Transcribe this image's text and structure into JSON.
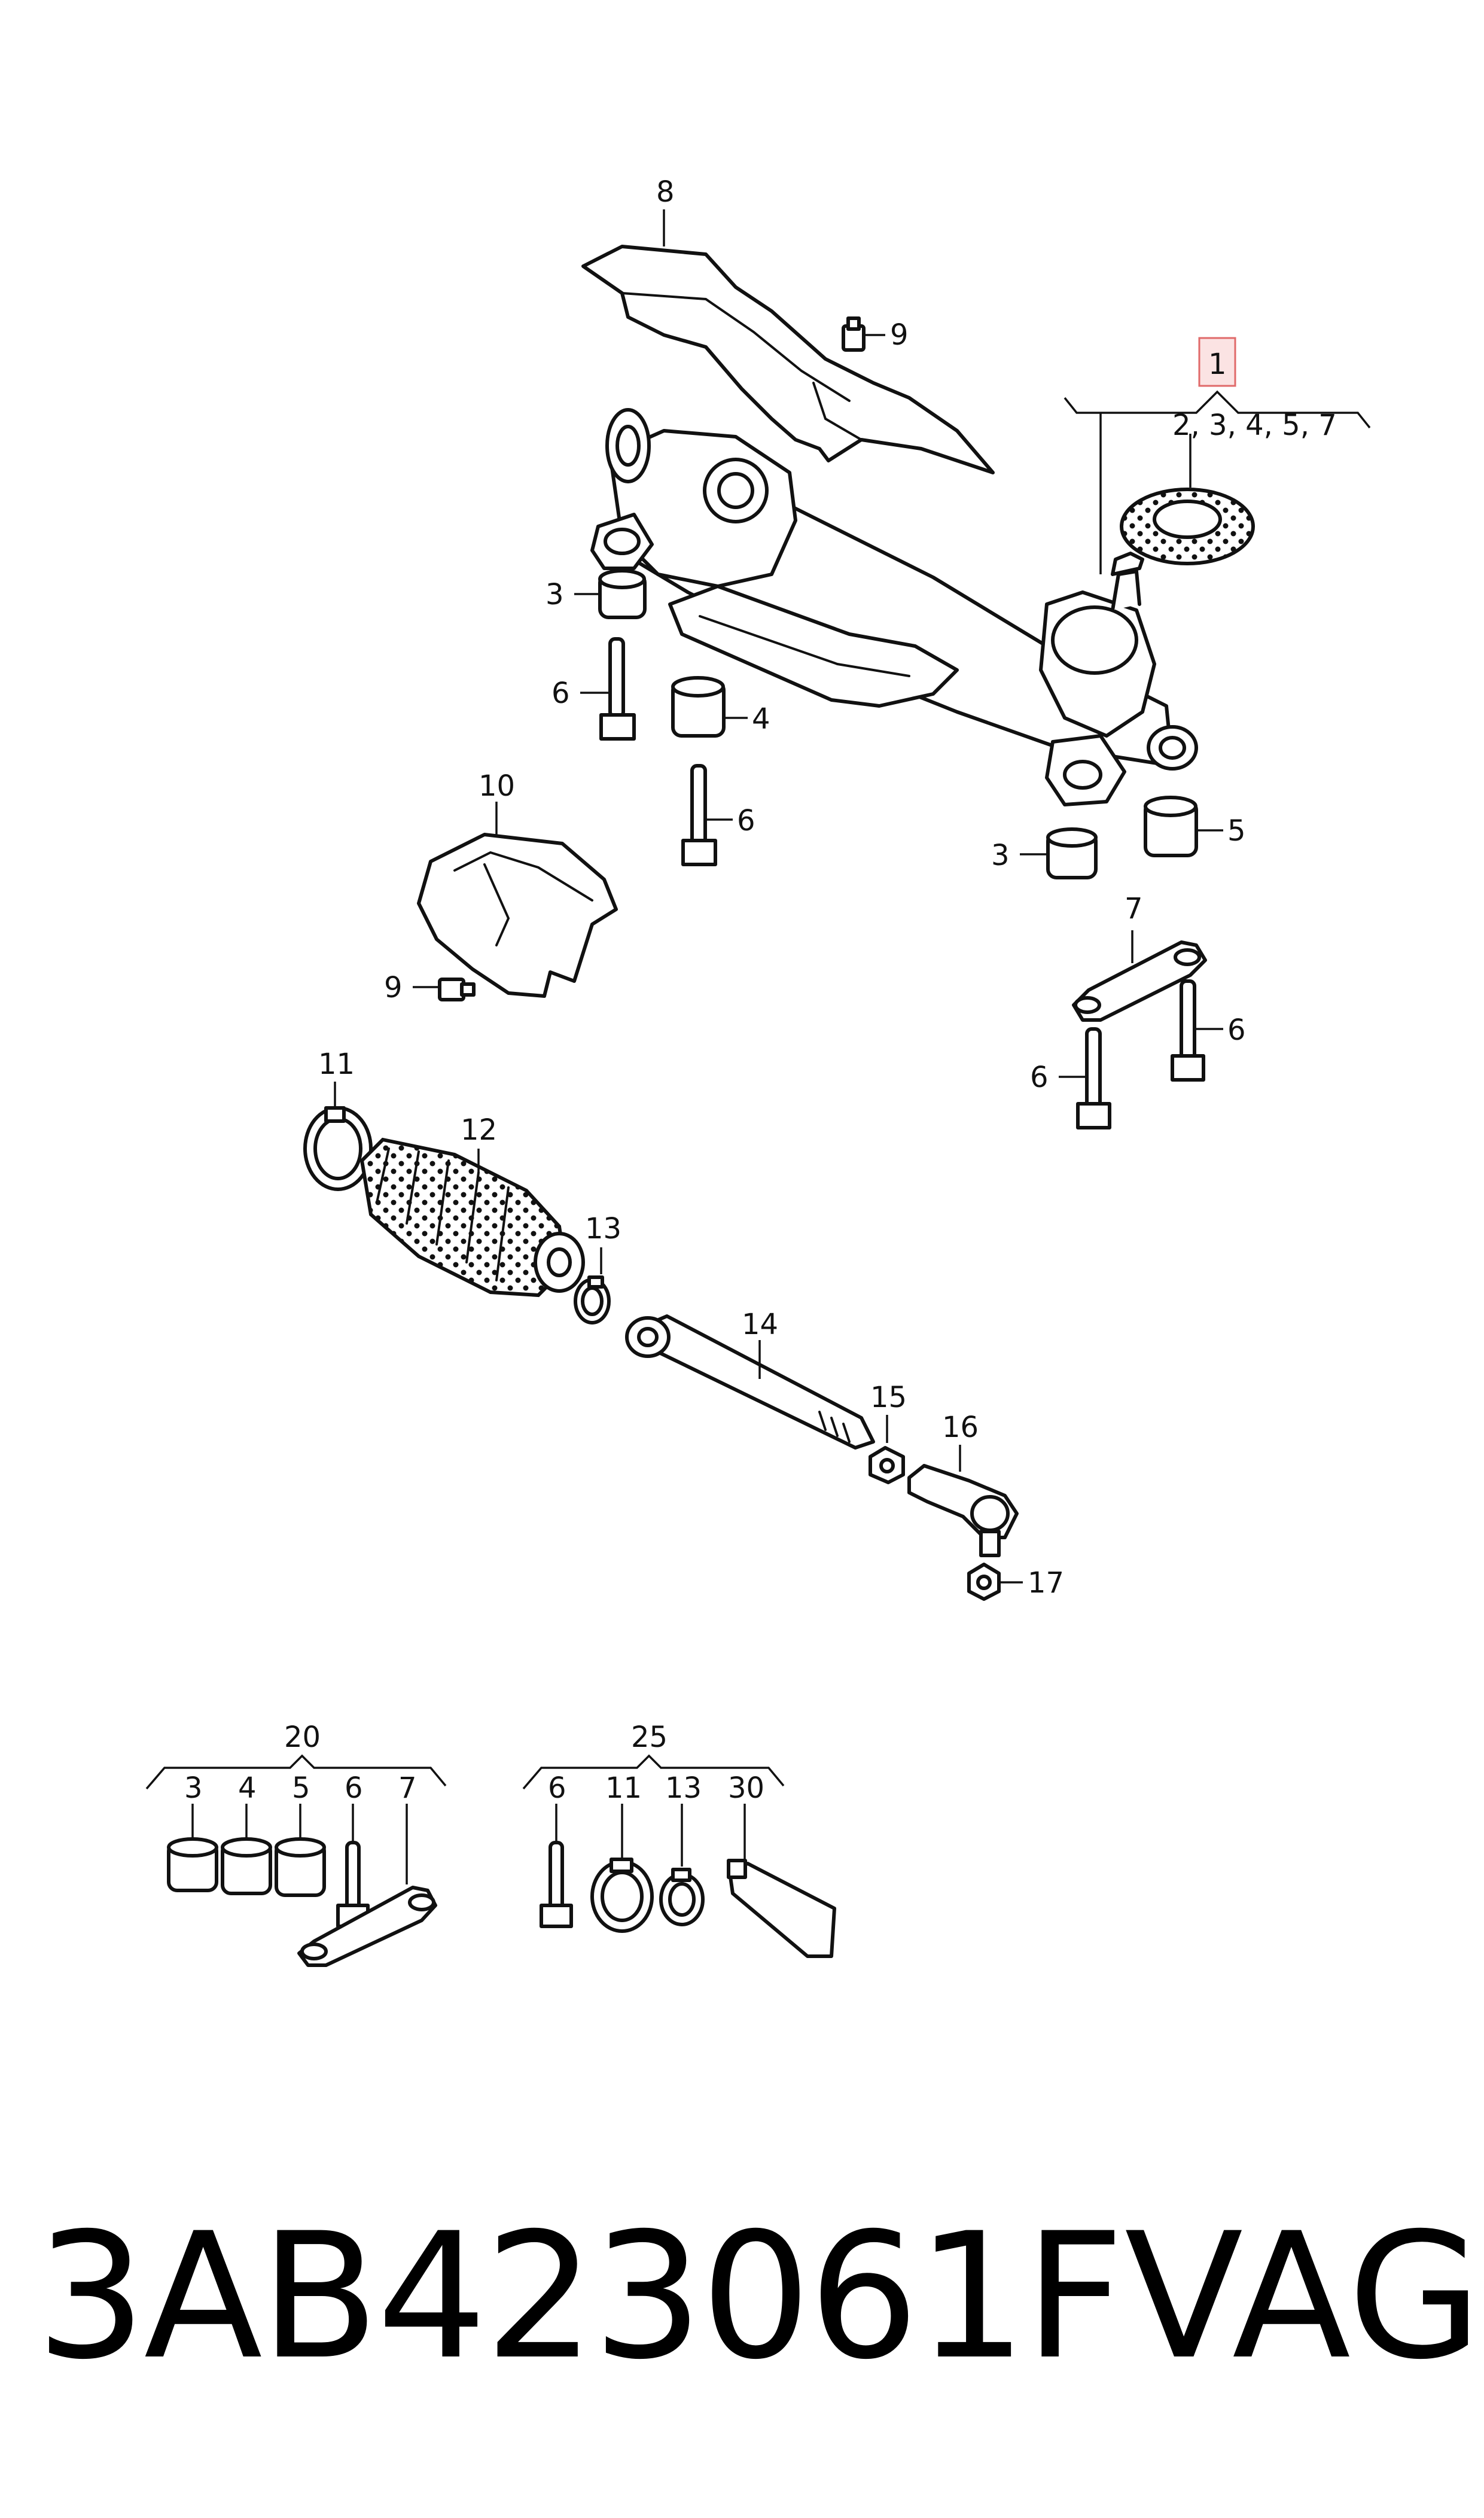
{
  "callouts": {
    "c1": "1",
    "c1_sub": "2, 3, 4, 5, 7",
    "c3a": "3",
    "c3b": "3",
    "c4": "4",
    "c5": "5",
    "c6a": "6",
    "c6b": "6",
    "c6c": "6",
    "c6d": "6",
    "c7": "7",
    "c8": "8",
    "c9a": "9",
    "c9b": "9",
    "c10": "10",
    "c11": "11",
    "c12": "12",
    "c13": "13",
    "c14": "14",
    "c15": "15",
    "c16": "16",
    "c17": "17"
  },
  "kit20": {
    "title": "20",
    "items": [
      "3",
      "4",
      "5",
      "6",
      "7"
    ]
  },
  "kit25": {
    "title": "25",
    "items": [
      "6",
      "11",
      "13",
      "30"
    ]
  },
  "footer": {
    "part_number": "3AB423061F",
    "brand": "VAG"
  },
  "colors": {
    "highlight_fill": "#fbe3e3",
    "highlight_stroke": "#e06a6a",
    "line": "#111111"
  }
}
